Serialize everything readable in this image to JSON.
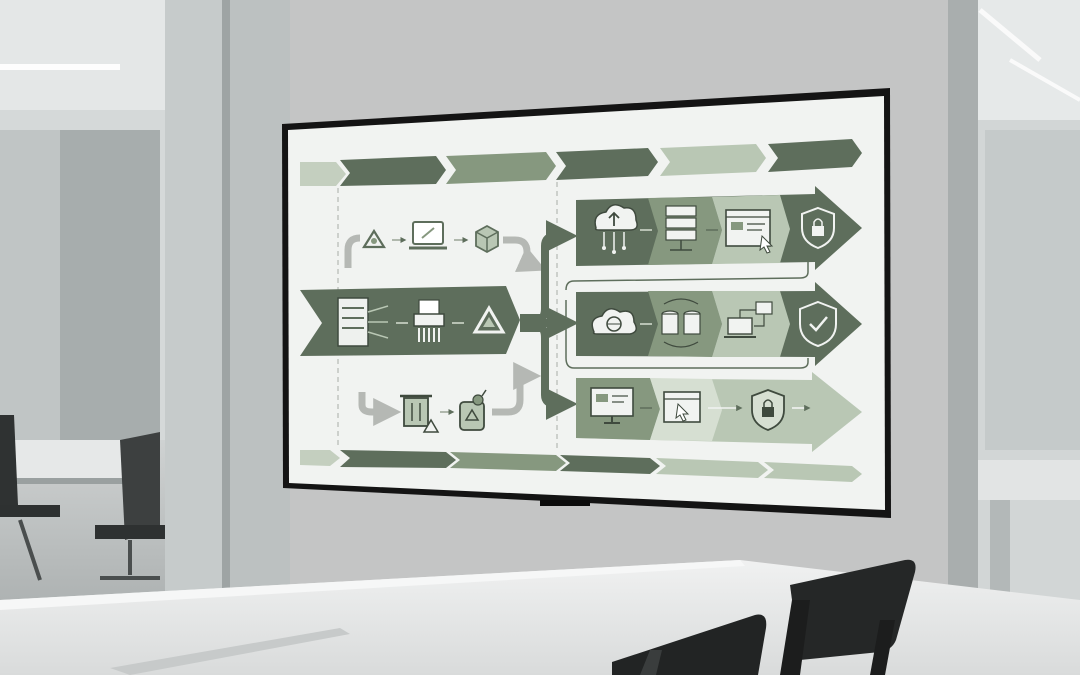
{
  "scene": {
    "setting": "conference-room",
    "wall_color": "#b9bcbc",
    "glass_tint": "#c3c8c8",
    "table_color": "#e9eaea",
    "screen_frame_color": "#141414"
  },
  "diagram": {
    "palette": {
      "dark": "#5e6e5c",
      "mid": "#86987f",
      "light": "#b9c7b4",
      "pale": "#d6dfd2",
      "gray": "#b5b8b4",
      "background": "#f1f3f1"
    },
    "source_rows": [
      {
        "position": "top",
        "icons": [
          "recycle-icon",
          "laptop-icon",
          "package-icon"
        ]
      },
      {
        "position": "middle",
        "icons": [
          "server-rack-icon",
          "shredder-icon",
          "recycle-icon"
        ]
      },
      {
        "position": "bottom",
        "icons": [
          "trash-warning-icon",
          "recycle-bin-icon"
        ]
      }
    ],
    "target_lanes": [
      {
        "position": "top",
        "icons": [
          "cloud-upload-icon",
          "server-icon",
          "browser-cursor-icon",
          "shield-lock-icon"
        ]
      },
      {
        "position": "middle",
        "icons": [
          "cloud-icon",
          "database-sync-icon",
          "network-devices-icon",
          "shield-check-icon"
        ]
      },
      {
        "position": "bottom",
        "icons": [
          "monitor-icon",
          "browser-cursor-icon",
          "shield-lock-icon"
        ]
      }
    ]
  }
}
